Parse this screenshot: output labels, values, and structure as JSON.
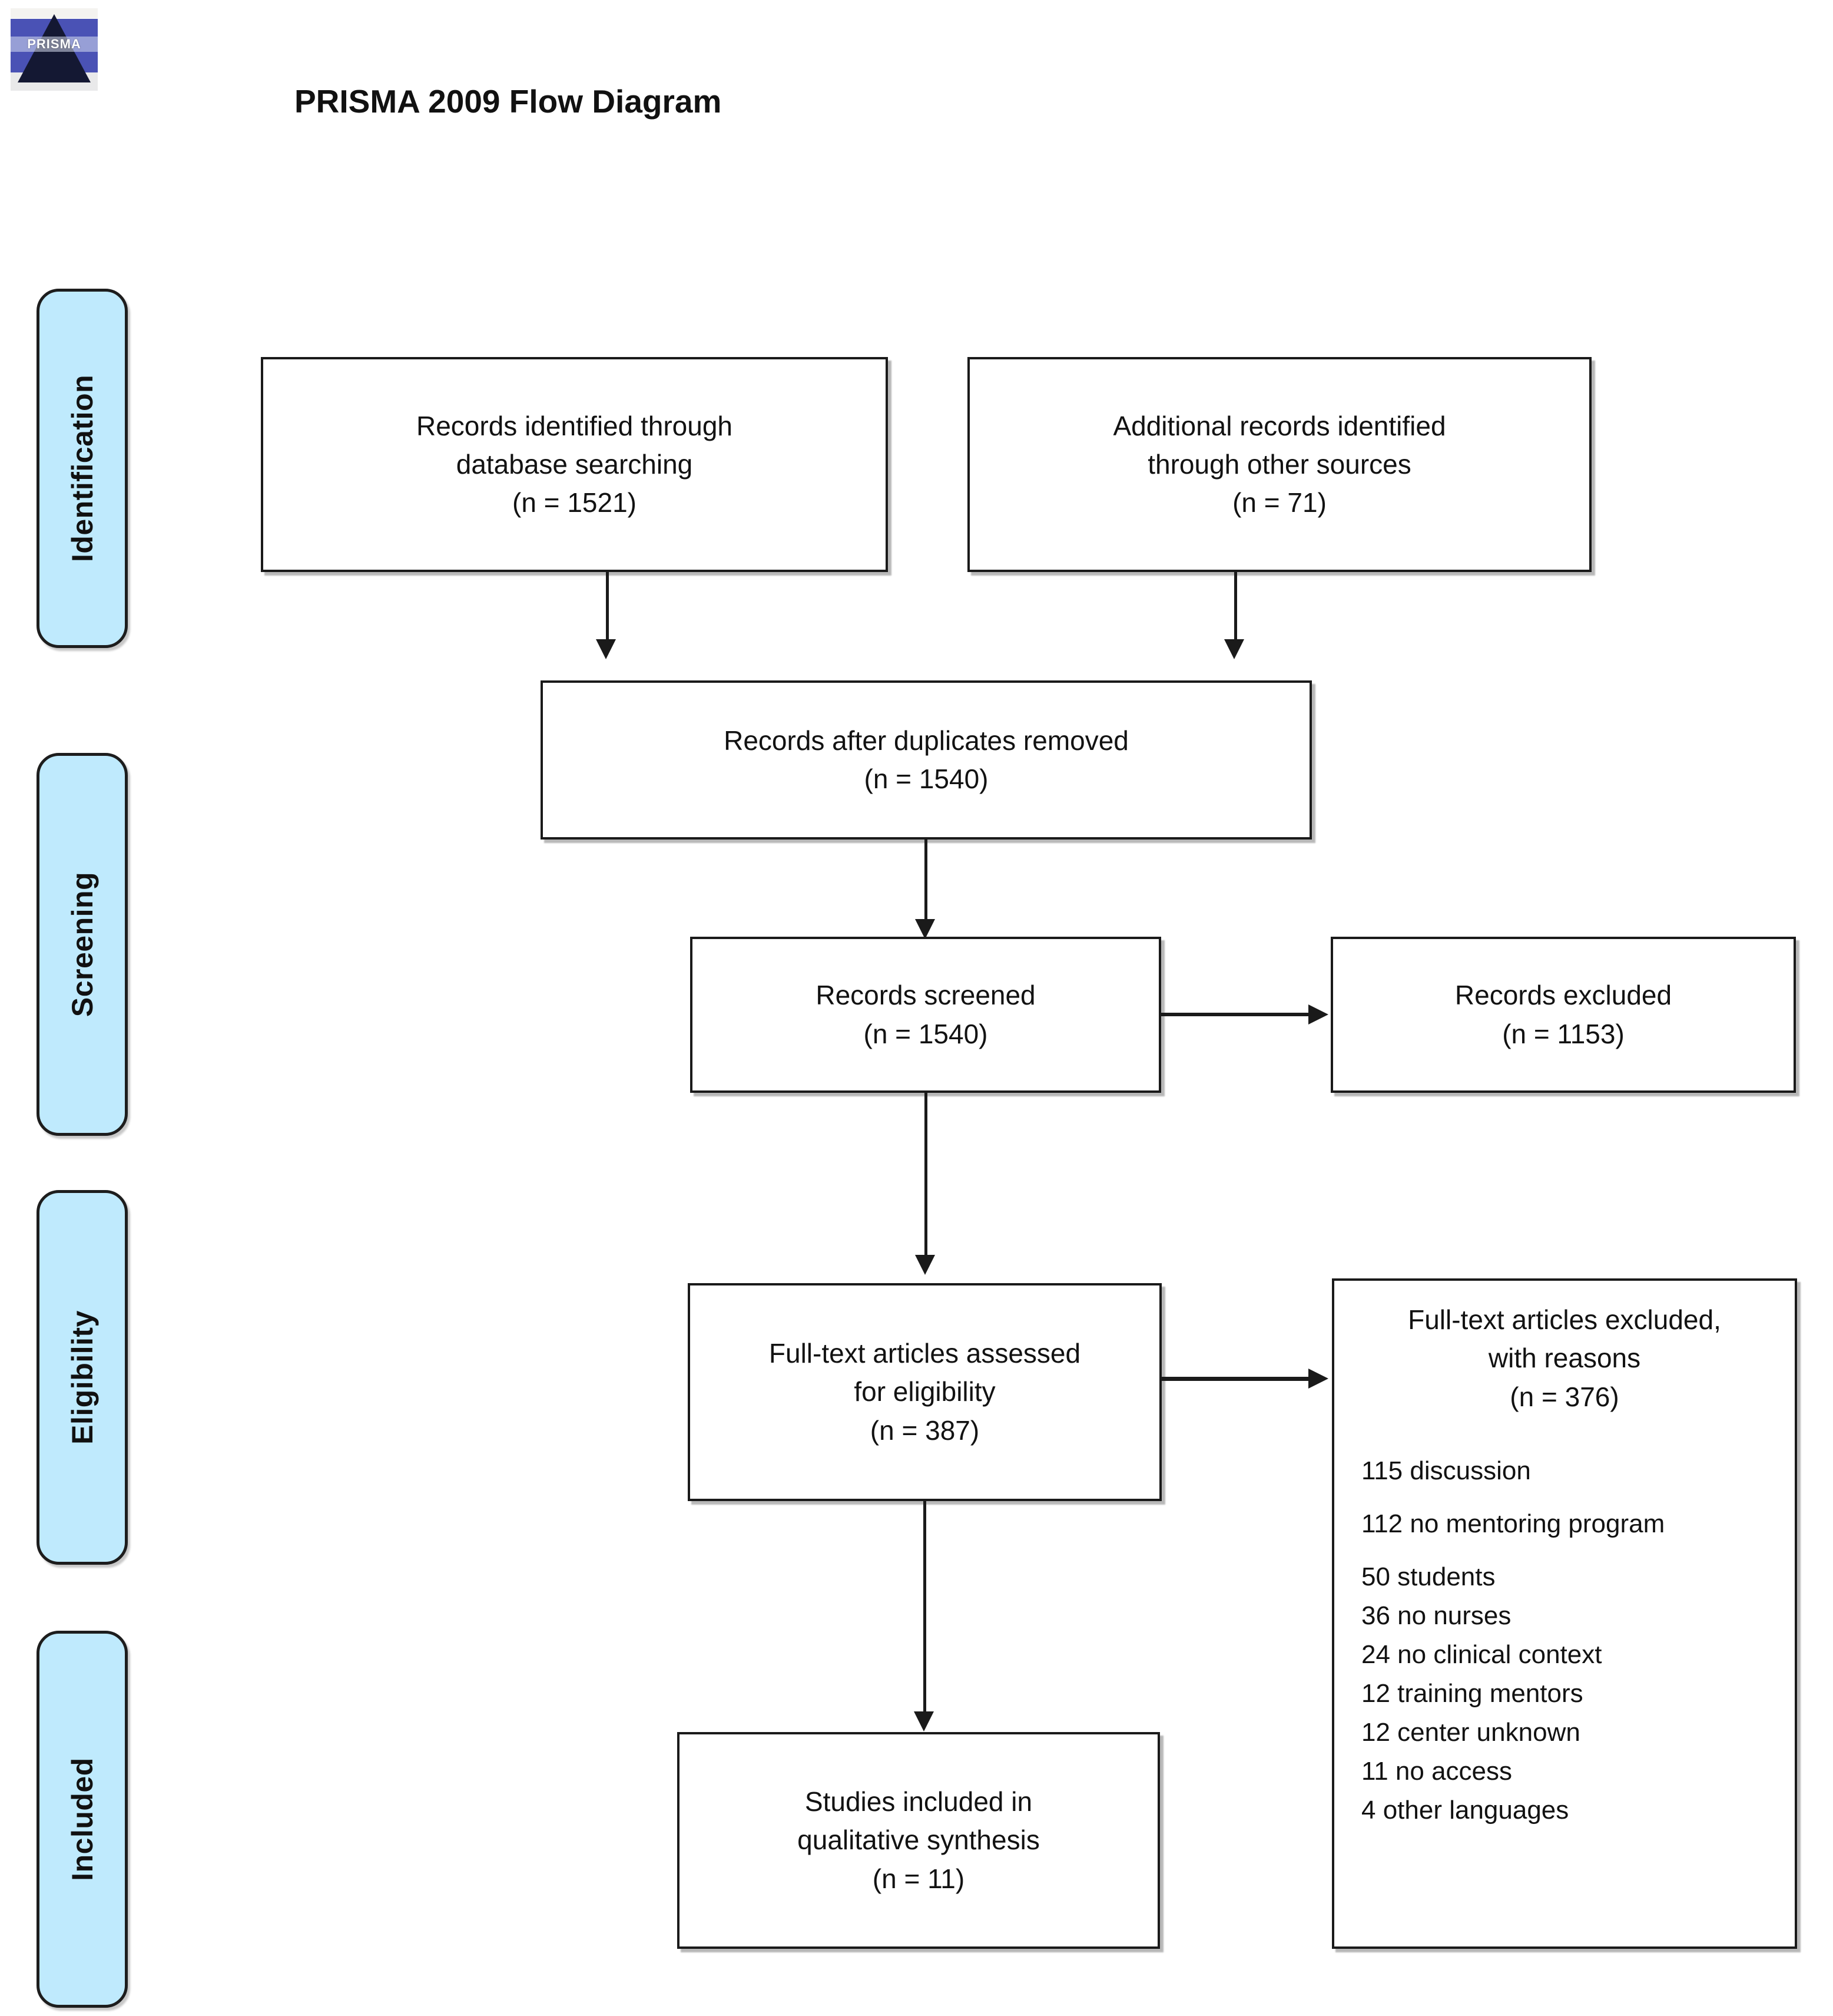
{
  "header": {
    "title": "PRISMA 2009 Flow Diagram",
    "logo_word": "PRISMA",
    "logo_icon": "prisma-pyramid-logo"
  },
  "stages": [
    {
      "key": "identification",
      "label": "Identification"
    },
    {
      "key": "screening",
      "label": "Screening"
    },
    {
      "key": "eligibility",
      "label": "Eligibility"
    },
    {
      "key": "included",
      "label": "Included"
    }
  ],
  "boxes": {
    "database_search": {
      "line1": "Records identified through",
      "line2": "database searching",
      "line3": "(n = 1521)"
    },
    "other_sources": {
      "line1": "Additional records identified",
      "line2": "through other sources",
      "line3": "(n = 71)"
    },
    "duplicates_removed": {
      "line1": "Records after duplicates removed",
      "line2": "(n = 1540)"
    },
    "records_screened": {
      "line1": "Records screened",
      "line2": "(n = 1540)"
    },
    "records_excluded": {
      "line1": "Records excluded",
      "line2": "(n = 1153)"
    },
    "fulltext_assessed": {
      "line1": "Full-text articles assessed",
      "line2": "for eligibility",
      "line3": "(n = 387)"
    },
    "fulltext_excluded": {
      "line1": "Full-text articles excluded,",
      "line2": "with reasons",
      "line3": "(n = 376)"
    },
    "studies_included": {
      "line1": "Studies included in",
      "line2": "qualitative synthesis",
      "line3": "(n = 11)"
    }
  },
  "exclusion_reasons": [
    {
      "count": 115,
      "text": "115 discussion"
    },
    {
      "count": 112,
      "text": "112 no mentoring program"
    },
    {
      "count": 50,
      "text": "50 students"
    },
    {
      "count": 36,
      "text": "36 no nurses"
    },
    {
      "count": 24,
      "text": "24 no clinical context"
    },
    {
      "count": 12,
      "text": "12 training mentors"
    },
    {
      "count": 12,
      "text": "12 center unknown"
    },
    {
      "count": 11,
      "text": "11 no access"
    },
    {
      "count": 4,
      "text": "4 other languages"
    }
  ],
  "colors": {
    "stage_label_fill": "#bfeafd",
    "box_border": "#1a1a1a",
    "box_fill": "#ffffff",
    "text": "#121212"
  }
}
